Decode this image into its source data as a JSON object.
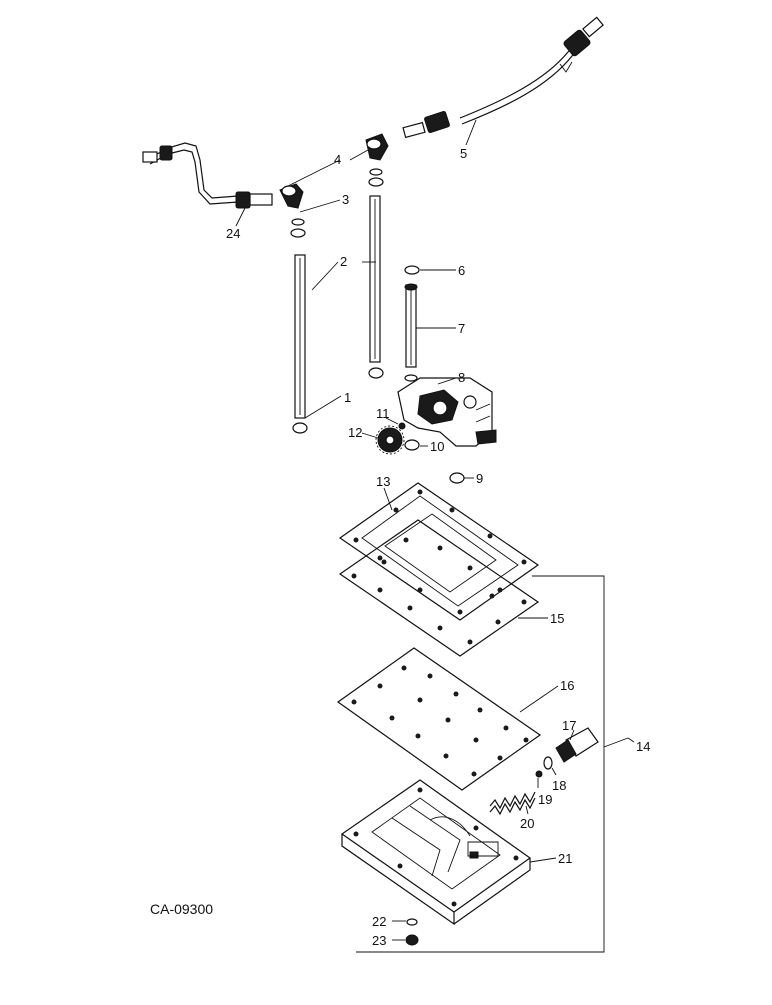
{
  "diagram": {
    "code": "CA-09300",
    "callouts": [
      "1",
      "2",
      "3",
      "4",
      "5",
      "6",
      "7",
      "8",
      "9",
      "10",
      "11",
      "12",
      "13",
      "14",
      "15",
      "16",
      "17",
      "18",
      "19",
      "20",
      "21",
      "22",
      "23",
      "24"
    ]
  },
  "colors": {
    "ink": "#111111",
    "paper": "#ffffff"
  }
}
